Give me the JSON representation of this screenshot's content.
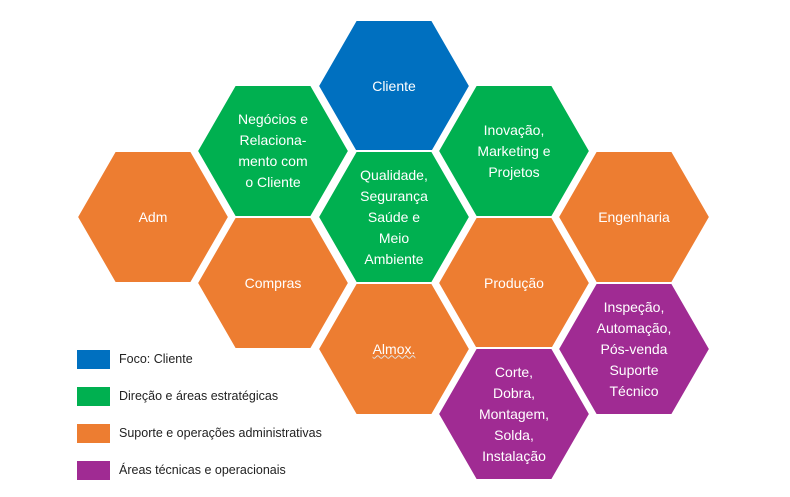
{
  "colors": {
    "blue": "#0070C0",
    "green": "#00B050",
    "orange": "#ED7D31",
    "purple": "#A02B93"
  },
  "hexagons": [
    {
      "id": "cliente",
      "label": "Cliente",
      "color": "blue"
    },
    {
      "id": "negocios",
      "label": "Negócios e\nRelaciona-\nmento com\no Cliente",
      "color": "green"
    },
    {
      "id": "inovacao",
      "label": "Inovação,\nMarketing e\nProjetos",
      "color": "green"
    },
    {
      "id": "qualidade",
      "label": "Qualidade,\nSegurança\nSaúde e\nMeio\nAmbiente",
      "color": "green"
    },
    {
      "id": "adm",
      "label": "Adm",
      "color": "orange"
    },
    {
      "id": "engenharia",
      "label": "Engenharia",
      "color": "orange"
    },
    {
      "id": "compras",
      "label": "Compras",
      "color": "orange"
    },
    {
      "id": "producao",
      "label": "Produção",
      "color": "orange"
    },
    {
      "id": "almox",
      "label": "Almox.",
      "color": "orange"
    },
    {
      "id": "inspecao",
      "label": "Inspeção,\nAutomação,\nPós-venda\nSuporte\nTécnico",
      "color": "purple"
    },
    {
      "id": "corte",
      "label": "Corte,\nDobra,\nMontagem,\nSolda,\nInstalação",
      "color": "purple"
    }
  ],
  "legend": [
    {
      "label": "Foco: Cliente",
      "color": "blue"
    },
    {
      "label": "Direção e áreas estratégicas",
      "color": "green"
    },
    {
      "label": "Suporte e operações administrativas",
      "color": "orange"
    },
    {
      "label": "Áreas técnicas e operacionais",
      "color": "purple"
    }
  ]
}
